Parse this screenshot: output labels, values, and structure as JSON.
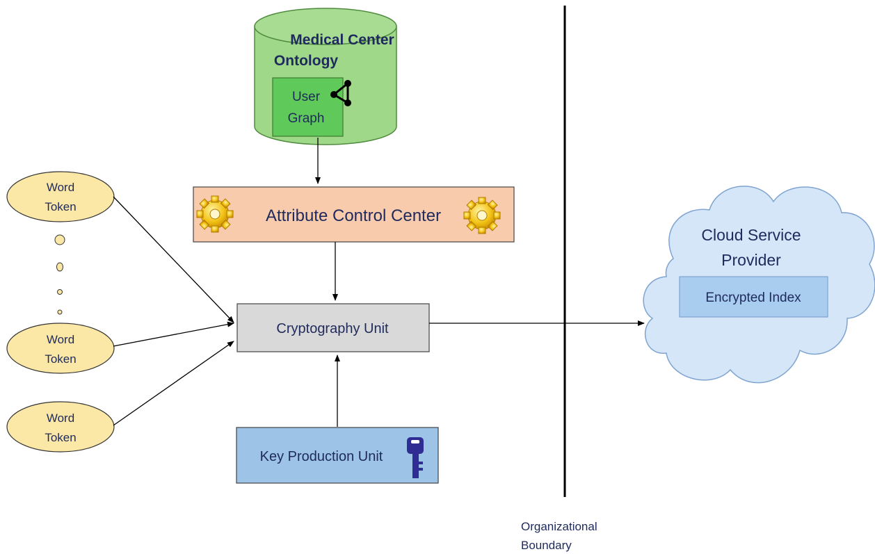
{
  "database": {
    "title_line1": "Medical Center",
    "title_line2": "Ontology",
    "inner_line1": "User",
    "inner_line2": "Graph",
    "inner_icon": "graph-icon"
  },
  "attribute_control": {
    "label": "Attribute Control Center",
    "icon": "gear-icon"
  },
  "crypto_unit": {
    "label": "Cryptography Unit"
  },
  "key_unit": {
    "label": "Key Production Unit",
    "icon": "key-icon"
  },
  "tokens": [
    {
      "line1": "Word",
      "line2": "Token"
    },
    {
      "line1": "Word",
      "line2": "Token"
    },
    {
      "line1": "Word",
      "line2": "Token"
    }
  ],
  "cloud": {
    "line1": "Cloud Service",
    "line2": "Provider",
    "inner": "Encrypted Index"
  },
  "boundary": {
    "line1": "Organizational",
    "line2": "Boundary"
  },
  "colors": {
    "db_green": "#9ed888",
    "inner_green": "#5fc95a",
    "attr_fill": "#f8cbad",
    "crypto_fill": "#d9d9d9",
    "key_fill": "#9dc3e6",
    "token_fill": "#fce8a6",
    "cloud_fill": "#d6e6f9",
    "text_navy": "#1f2a5c"
  }
}
